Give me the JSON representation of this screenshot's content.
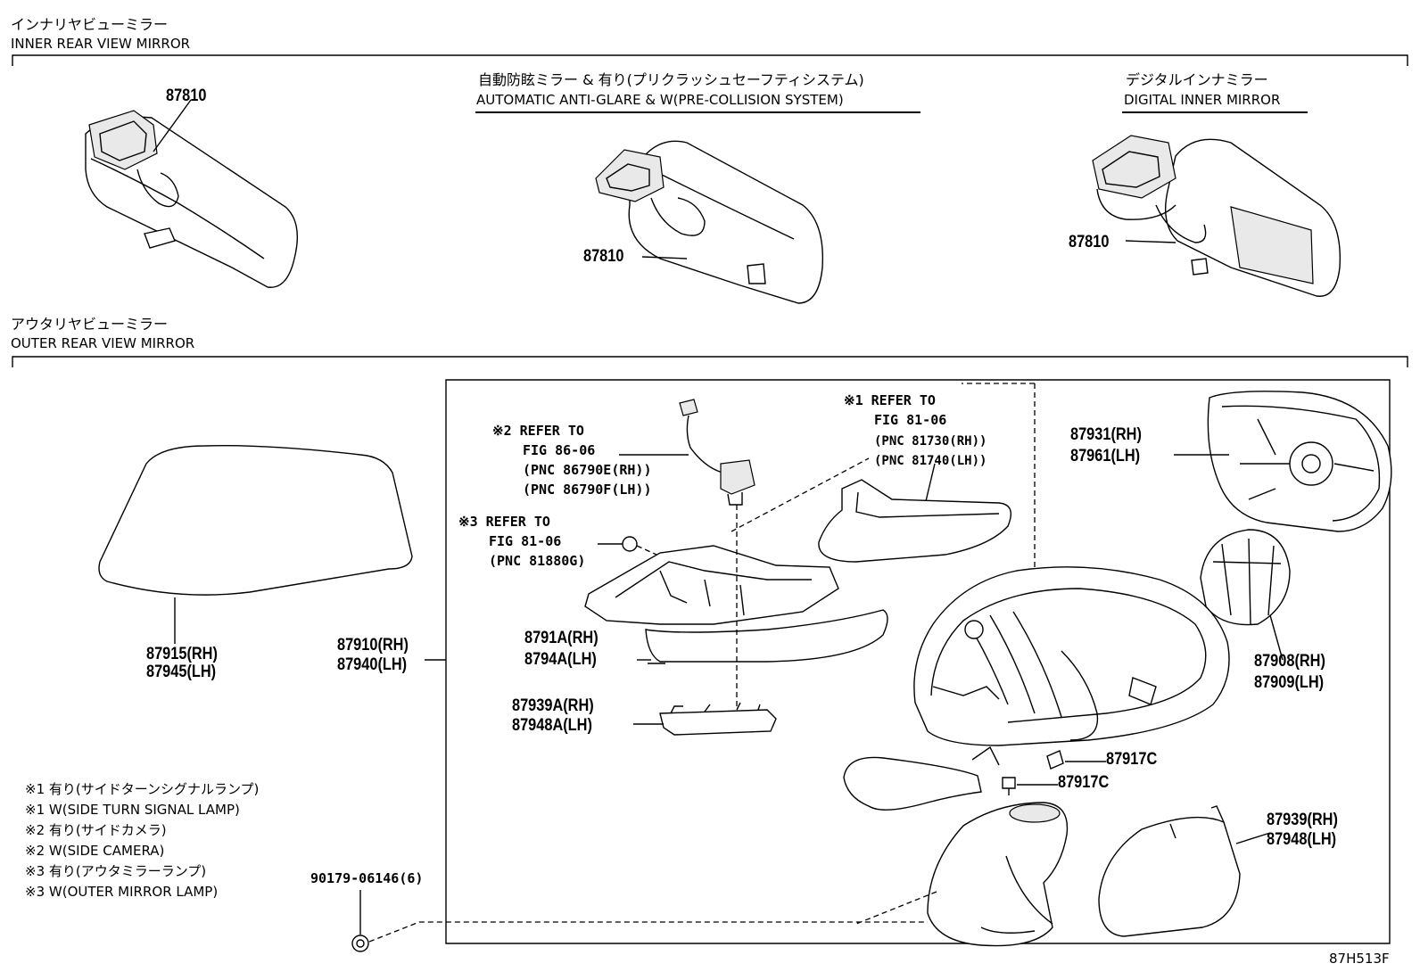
{
  "inner_section": {
    "title_jp": "インナリヤビューミラー",
    "title_en": "INNER REAR VIEW MIRROR",
    "variant_auto_jp": "自動防眩ミラー & 有り(プリクラッシュセーフティシステム)",
    "variant_auto_en": "AUTOMATIC ANTI-GLARE & W(PRE-COLLISION SYSTEM)",
    "variant_digital_jp": "デジタルインナミラー",
    "variant_digital_en": "DIGITAL INNER MIRROR",
    "part_std": "87810",
    "part_auto": "87810",
    "part_digital": "87810"
  },
  "outer_section": {
    "title_jp": "アウタリヤビューミラー",
    "title_en": "OUTER REAR VIEW MIRROR"
  },
  "labels": {
    "p87915": "87915(RH)",
    "p87945": "87945(LH)",
    "p87910": "87910(RH)",
    "p87940": "87940(LH)",
    "ref2_title": "※2 REFER TO",
    "ref2_fig": "FIG 86-06",
    "ref2_pnc1": "(PNC 86790E(RH))",
    "ref2_pnc2": "(PNC 86790F(LH))",
    "ref3_title": "※3 REFER TO",
    "ref3_fig": "FIG 81-06",
    "ref3_pnc": "(PNC 81880G)",
    "ref1_title": "※1 REFER TO",
    "ref1_fig": "FIG 81-06",
    "ref1_pnc1": "(PNC 81730(RH))",
    "ref1_pnc2": "(PNC 81740(LH))",
    "p8791A": "8791A(RH)",
    "p8794A": "8794A(LH)",
    "p87939A": "87939A(RH)",
    "p87948A": "87948A(LH)",
    "p87931": "87931(RH)",
    "p87961": "87961(LH)",
    "p87908": "87908(RH)",
    "p87909": "87909(LH)",
    "p87917C_a": "87917C",
    "p87917C_b": "87917C",
    "p87939": "87939(RH)",
    "p87948": "87948(LH)",
    "p90179": "90179-06146(6)"
  },
  "notes": [
    "※1 有り(サイドターンシグナルランプ)",
    "※1 W(SIDE TURN SIGNAL LAMP)",
    "※2 有り(サイドカメラ)",
    "※2 W(SIDE CAMERA)",
    "※3 有り(アウタミラーランプ)",
    "※3 W(OUTER MIRROR LAMP)"
  ],
  "figure_code": "87H513F"
}
